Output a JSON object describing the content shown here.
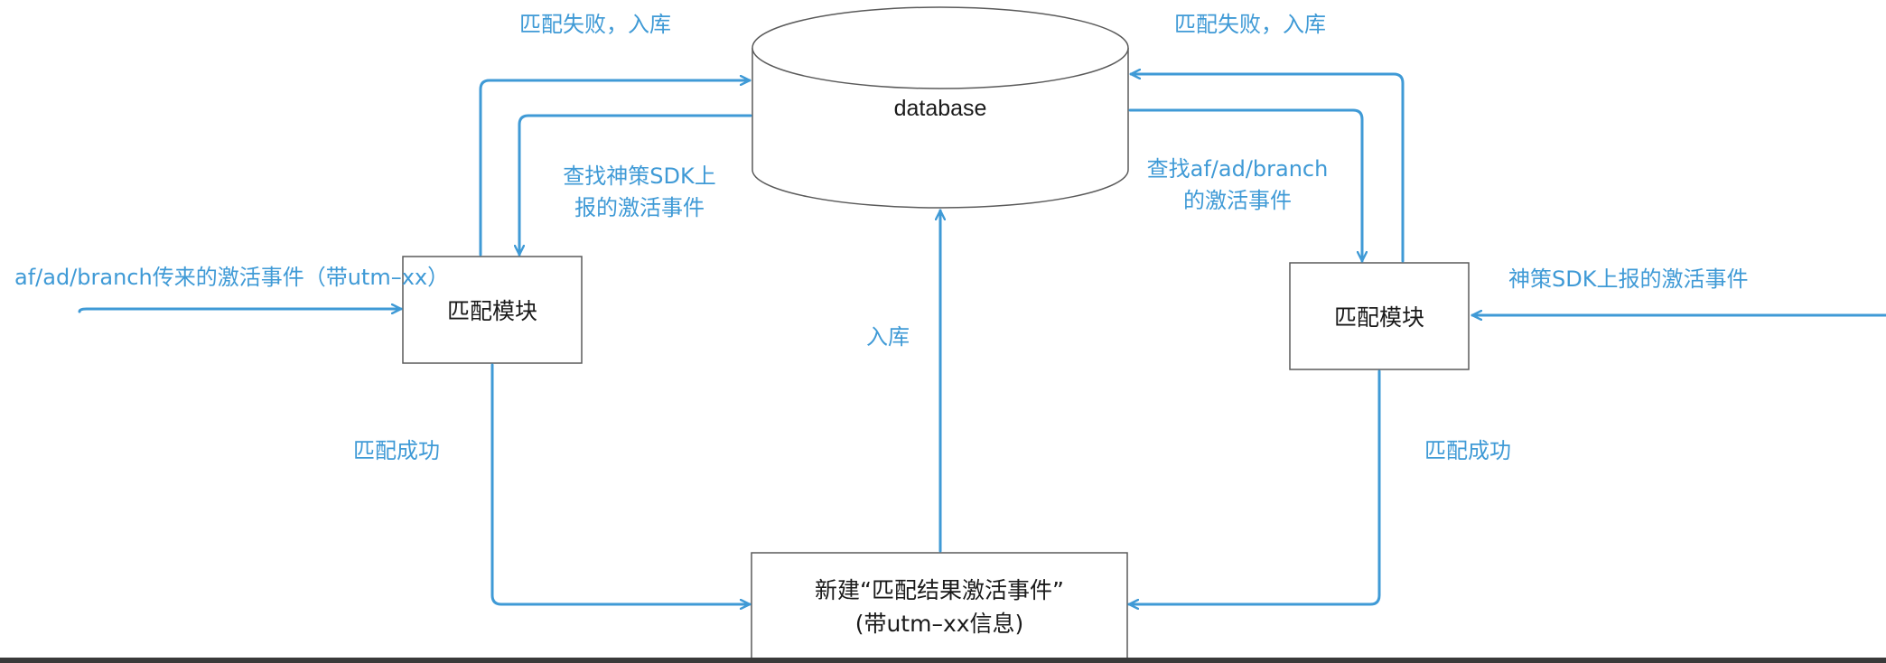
{
  "database": {
    "label": "database"
  },
  "match_module_left": {
    "label": "匹配模块"
  },
  "match_module_right": {
    "label": "匹配模块"
  },
  "result_box": {
    "line1": "新建“匹配结果激活事件”",
    "line2": "(带utm–xx信息)"
  },
  "labels": {
    "fail_store_left": "匹配失败，入库",
    "fail_store_right": "匹配失败，入库",
    "query_shence_line1": "查找神策SDK上",
    "query_shence_line2": "报的激活事件",
    "query_af_line1": "查找af/ad/branch",
    "query_af_line2": "的激活事件",
    "input_left": "af/ad/branch传来的激活事件（带utm–xx）",
    "input_right": "神策SDK上报的激活事件",
    "store": "入库",
    "success_left": "匹配成功",
    "success_right": "匹配成功"
  },
  "colors": {
    "flow": "#3f9ad6",
    "shape_border": "#5a5a5a",
    "text": "#1a1a1a"
  }
}
